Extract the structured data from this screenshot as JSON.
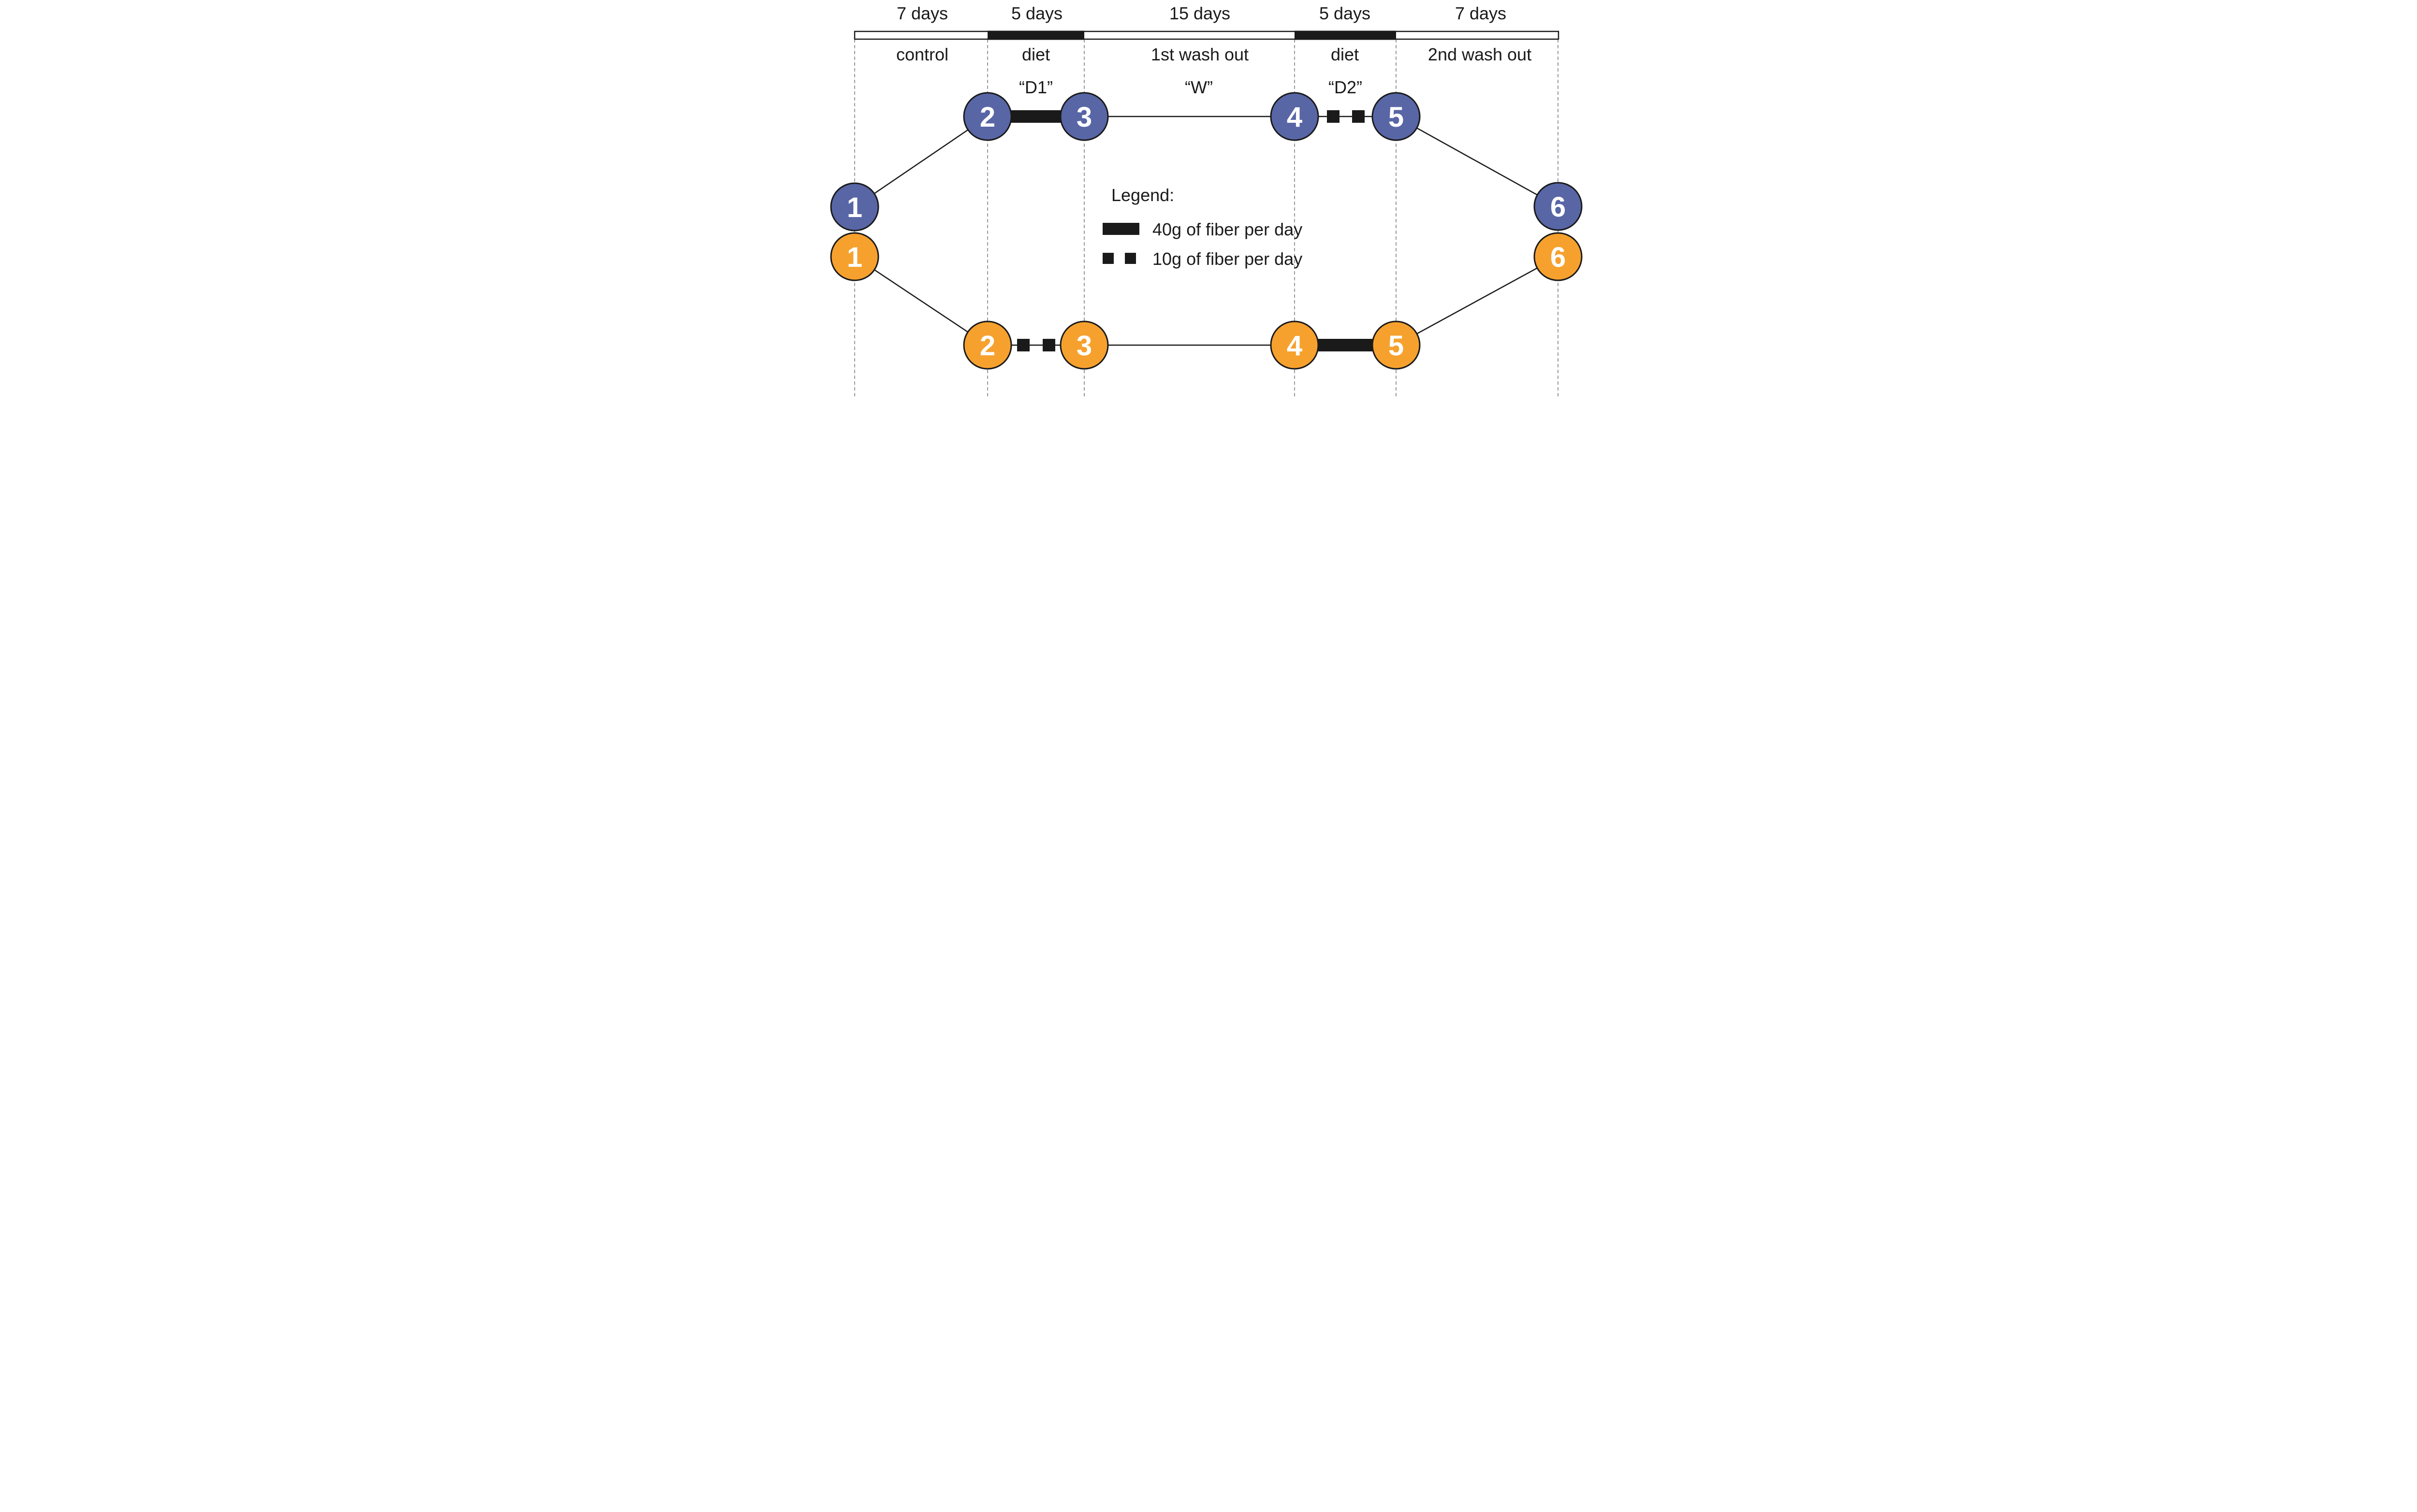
{
  "timeline": {
    "durations": [
      "7 days",
      "5 days",
      "15 days",
      "5 days",
      "7 days"
    ],
    "phases": [
      "control",
      "diet",
      "1st wash out",
      "diet",
      "2nd wash out"
    ],
    "codes": [
      "“D1”",
      "“W”",
      "“D2”"
    ]
  },
  "arms": {
    "blue": {
      "color": "#5866A6",
      "nodes": [
        "1",
        "2",
        "3",
        "4",
        "5",
        "6"
      ]
    },
    "orange": {
      "color": "#F6A12E",
      "nodes": [
        "1",
        "2",
        "3",
        "4",
        "5",
        "6"
      ]
    }
  },
  "legend": {
    "title": "Legend:",
    "items": [
      {
        "symbol": "thick-bar",
        "label": "40g of fiber per day"
      },
      {
        "symbol": "two-squares",
        "label": "10g of fiber per day"
      }
    ]
  },
  "colors": {
    "blue": "#5866A6",
    "orange": "#F6A12E",
    "ink": "#1A1A1A",
    "dash_gray": "#999999"
  }
}
